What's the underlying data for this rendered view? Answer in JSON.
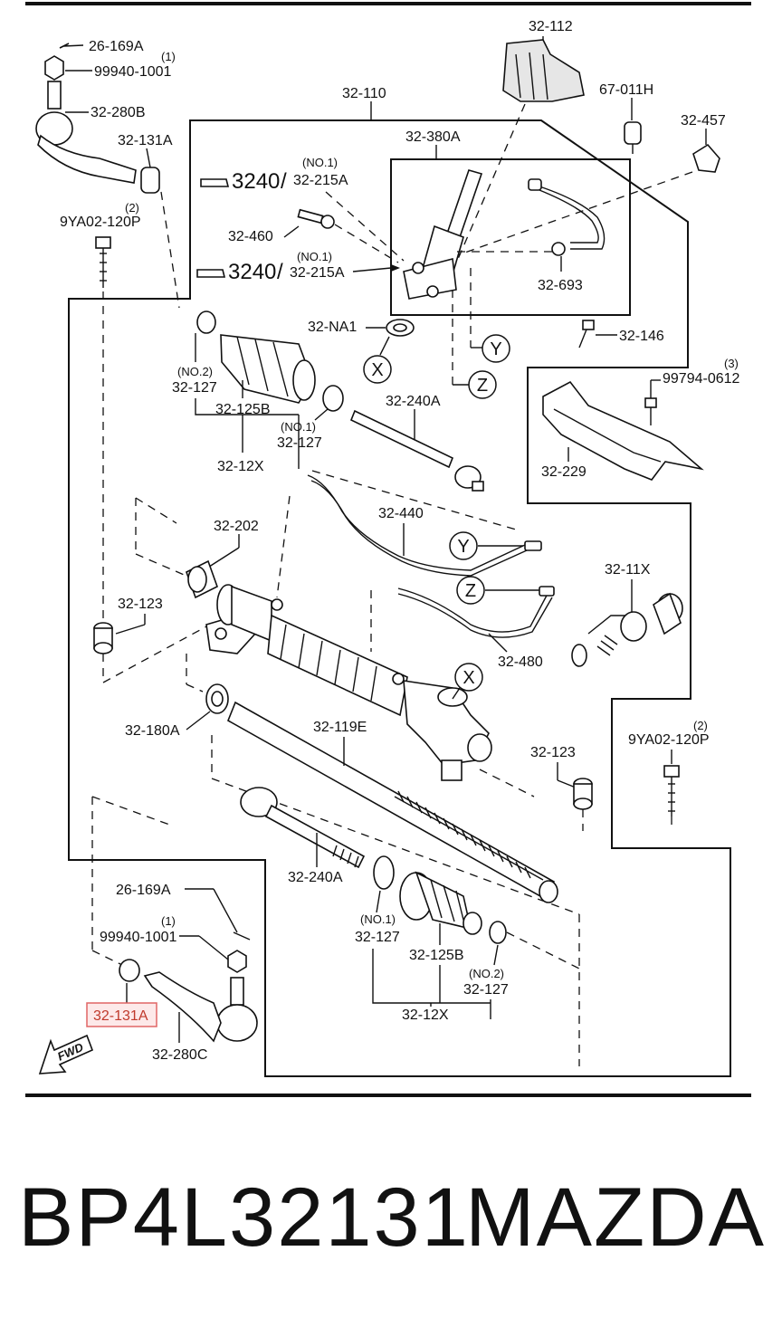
{
  "labels": {
    "l1": "26-169A",
    "l2": "(1)",
    "l3": "99940-1001",
    "l4": "32-280B",
    "l5": "32-131A",
    "l6": "(2)",
    "l7": "9YA02-120P",
    "l8": "32-110",
    "l9": "32-112",
    "l10": "67-011H",
    "l11": "32-457",
    "l12": "32-380A",
    "l13": "(NO.1)",
    "l14": "3240",
    "l15": "32-215A",
    "l16": "32-460",
    "l17": "(NO.1)",
    "l18": "3240",
    "l19": "32-215A",
    "l20": "32-693",
    "l21": "32-NA1",
    "l22": "32-146",
    "l23": "(3)",
    "l24": "99794-0612",
    "l25": "(NO.2)",
    "l26": "32-127",
    "l27": "32-125B",
    "l28": "32-240A",
    "l29": "(NO.1)",
    "l30": "32-127",
    "l31": "32-12X",
    "l32": "32-229",
    "l33": "32-202",
    "l34": "32-440",
    "l35": "32-11X",
    "l36": "32-123",
    "l37": "32-480",
    "l38": "32-180A",
    "l39": "32-119E",
    "l40": "32-123",
    "l41": "(2)",
    "l42": "9YA02-120P",
    "l43": "32-240A",
    "l44": "26-169A",
    "l45": "(1)",
    "l46": "99940-1001",
    "l47": "(NO.1)",
    "l48": "32-127",
    "l49": "32-125B",
    "l50": "(NO.2)",
    "l51": "32-127",
    "l52": "32-12X",
    "l53": "32-131A",
    "l54": "32-280C",
    "fwd": "FWD",
    "slash": "/"
  },
  "refs": {
    "x": "X",
    "y": "Y",
    "z": "Z"
  },
  "highlight_color": "#e06666",
  "footer": {
    "part_number": "BP4L32131",
    "brand": "MAZDA"
  }
}
